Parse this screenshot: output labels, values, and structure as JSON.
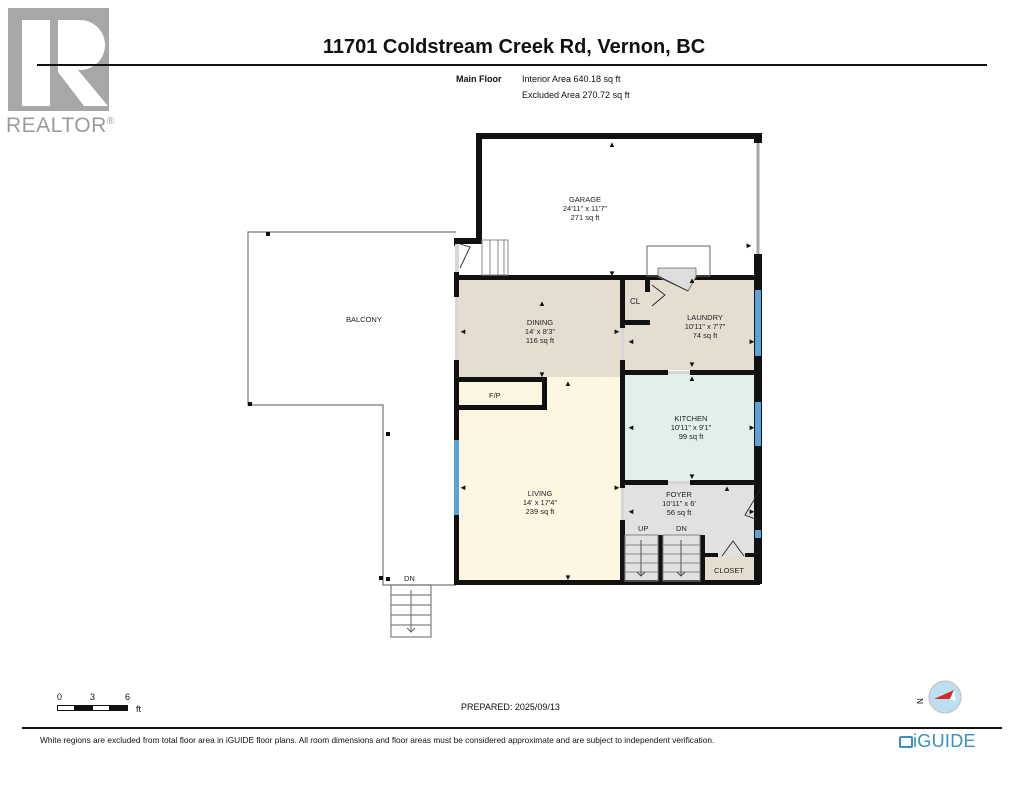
{
  "header": {
    "title": "11701 Coldstream Creek Rd, Vernon, BC",
    "floor_name": "Main Floor",
    "interior_area": "Interior Area 640.18 sq ft",
    "excluded_area": "Excluded Area 270.72 sq ft"
  },
  "branding": {
    "realtor_logo_text": "REALTOR",
    "realtor_mark": "®",
    "iguide_logo_text": "iGUIDE",
    "iguide_color": "#3a8fc2"
  },
  "rooms": [
    {
      "name": "GARAGE",
      "dims": "24'11\" x 11'7\"",
      "area": "271 sq ft",
      "color": "#ffffff"
    },
    {
      "name": "DINING",
      "dims": "14' x 8'3\"",
      "area": "116 sq ft",
      "color": "#e6ddd1"
    },
    {
      "name": "LAUNDRY",
      "dims": "10'11\" x 7'7\"",
      "area": "74 sq ft",
      "color": "#e6ddd1"
    },
    {
      "name": "KITCHEN",
      "dims": "10'11\" x 9'1\"",
      "area": "99 sq ft",
      "color": "#e1f1ea"
    },
    {
      "name": "LIVING",
      "dims": "14' x 17'4\"",
      "area": "239 sq ft",
      "color": "#fdf6e3"
    },
    {
      "name": "FOYER",
      "dims": "10'11\" x 6'",
      "area": "56 sq ft",
      "color": "#e1e1e1"
    }
  ],
  "labels": {
    "balcony": "BALCONY",
    "closet_small": "CL",
    "fireplace": "F/P",
    "closet": "CLOSET",
    "stairs_up": "UP",
    "stairs_down": "DN",
    "balcony_stairs_down": "DN"
  },
  "scale_bar": {
    "ticks": [
      "0",
      "3",
      "6"
    ],
    "unit": "ft"
  },
  "footer": {
    "prepared": "PREPARED: 2025/09/13",
    "disclaimer": "White regions are excluded from total floor area in iGUIDE floor plans. All room dimensions and floor areas must be considered approximate and are subject to independent verification."
  },
  "compass": {
    "label": "N",
    "needle_color": "#d42a2a",
    "ring_color": "#bcdff2"
  },
  "colors": {
    "wall": "#111111",
    "window": "#5aa3d6",
    "door_opening": "#d6d6d6"
  }
}
